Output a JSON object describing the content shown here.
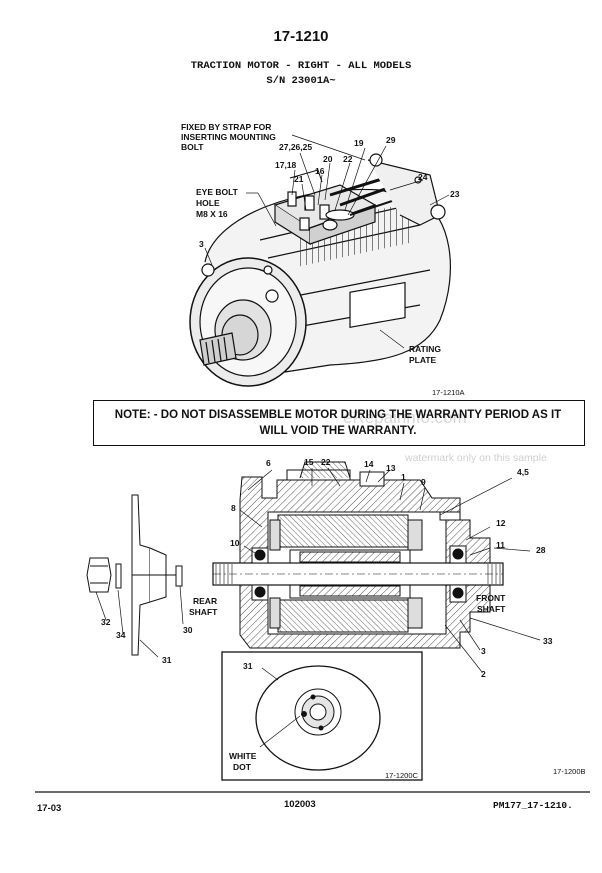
{
  "page_number": "17-1210",
  "title_line1": "TRACTION MOTOR - RIGHT - ALL MODELS",
  "title_line2": "S/N 23001A~",
  "top_diagram": {
    "label_fixed_1": "FIXED BY STRAP FOR",
    "label_fixed_2": "INSERTING MOUNTING",
    "label_fixed_3": "BOLT",
    "label_eye_1": "EYE BOLT",
    "label_eye_2": "HOLE",
    "label_eye_3": "M8 X 16",
    "label_rating_1": "RATING",
    "label_rating_2": "PLATE",
    "callouts": {
      "c27": "27,26,25",
      "c19": "19",
      "c29": "29",
      "c20": "20",
      "c22": "22",
      "c1718": "17,18",
      "c16": "16",
      "c21": "21",
      "c24": "24",
      "c23": "23",
      "c3": "3"
    },
    "figure_id": "17-1210A"
  },
  "note_line1": "NOTE: - DO NOT DISASSEMBLE MOTOR DURING THE WARRANTY PERIOD AS IT",
  "note_line2": "WILL VOID THE WARRANTY.",
  "watermark_main": "eRepairinfo.com",
  "watermark_sub": "watermark only on this sample",
  "section_diagram": {
    "callouts": {
      "c6": "6",
      "c15": "15",
      "c22": "22",
      "c14": "14",
      "c13": "13",
      "c1": "1",
      "c45": "4,5",
      "c8": "8",
      "c9": "9",
      "c12": "12",
      "c10": "10",
      "c11": "11",
      "c28": "28",
      "c32": "32",
      "c34": "34",
      "c30": "30",
      "c31": "31",
      "c33": "33",
      "c3": "3",
      "c2": "2"
    },
    "label_rear_1": "REAR",
    "label_rear_2": "SHAFT",
    "label_front_1": "FRONT",
    "label_front_2": "SHAFT",
    "figure_id": "17-1200B"
  },
  "inset_diagram": {
    "callout_31": "31",
    "label_white_1": "WHITE",
    "label_white_2": "DOT",
    "figure_id": "17-1200C"
  },
  "footer": {
    "left": "17-03",
    "center": "102003",
    "right": "PM177_17-1210."
  }
}
